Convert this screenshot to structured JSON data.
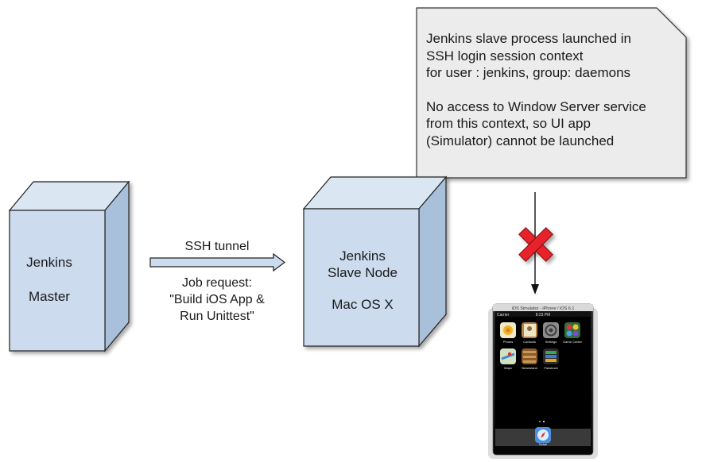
{
  "note": {
    "lines_1": [
      "Jenkins slave process launched in",
      "SSH login session context",
      "for user : jenkins, group: daemons"
    ],
    "lines_2": [
      "No access to Window Server service",
      "from this context, so UI app",
      "(Simulator) cannot be launched"
    ]
  },
  "master": {
    "line1": "Jenkins",
    "line2": "Master"
  },
  "slave": {
    "line1": "Jenkins",
    "line2": "Slave Node",
    "line3": "Mac OS X"
  },
  "arrow": {
    "label": "SSH tunnel",
    "request_lines": [
      "Job request:",
      "\"Build iOS App &",
      "Run Unittest\""
    ]
  },
  "simulator": {
    "title": "iOS Simulator - iPhone / iOS 6.1",
    "carrier": "Carrier",
    "time": "8:23 PM",
    "apps_row1": [
      "Photos",
      "Contacts",
      "Settings",
      "Game Center"
    ],
    "apps_row2": [
      "Maps",
      "Newsstand",
      "Passbook"
    ],
    "dock_app": "Safari"
  },
  "colors": {
    "box_front": "#ccdcee",
    "box_side": "#a9c0da",
    "box_top": "#dbe6f3",
    "box_stroke": "#222222",
    "note_fill": "#ececec",
    "cross": "#e8242a"
  }
}
